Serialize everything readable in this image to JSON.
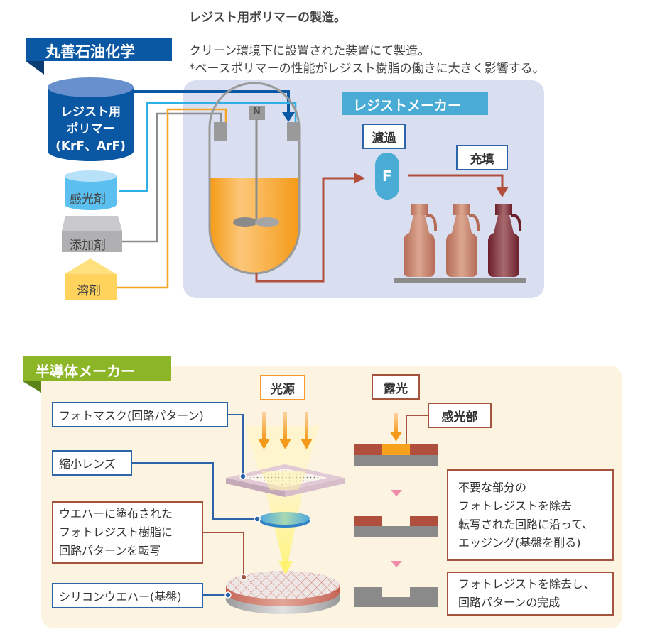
{
  "header": {
    "title": "レジスト用ポリマーの製造。",
    "desc_line1": "クリーン環境下に設置された装置にて製造。",
    "desc_line2": "*ベースポリマーの性能がレジスト樹脂の働きに大きく影響する。"
  },
  "top_section": {
    "company_tag": "丸善石油化学",
    "polymer_tank": [
      "レジスト用",
      "ポリマー",
      "(KrF、ArF)"
    ],
    "ingredients": [
      {
        "label": "感光剤",
        "color": "#5bc0ef"
      },
      {
        "label": "添加剤",
        "color": "#a8a8a8"
      },
      {
        "label": "溶剤",
        "color": "#ffd35c"
      }
    ],
    "reactor_cap_label": "N",
    "maker_tag": "レジストメーカー",
    "filter_label": "濾過",
    "filter_icon_letter": "F",
    "fill_label": "充填",
    "colors": {
      "company_blue": "#0a57a4",
      "maker_cyan": "#4aabd5",
      "panel_bg": "#d9dff0",
      "pipe_red": "#b14f3c",
      "liquid_orange": "#f7a22b"
    }
  },
  "bottom_section": {
    "maker_tag": "半導体メーカー",
    "light_source_label": "光源",
    "exposure_label": "露光",
    "exposed_part_label": "感光部",
    "callouts": {
      "photomask": "フォトマスク(回路パターン)",
      "lens": "縮小レンズ",
      "transfer": [
        "ウエハーに塗布された",
        "フォトレジスト樹脂に",
        "回路パターンを転写"
      ],
      "wafer": "シリコンウエハー(基盤)"
    },
    "steps": [
      [
        "不要な部分の",
        "フォトレジストを除去",
        "転写された回路に沿って、",
        "エッジング(基盤を削る)"
      ],
      [
        "フォトレジストを除去し、",
        "回路パターンの完成"
      ]
    ],
    "colors": {
      "green_tag": "#8cb527",
      "panel_bg": "#fcf3e1",
      "resist_red": "#b04f3e",
      "substrate_gray": "#8a8a8a",
      "exposed_orange": "#f7a11c",
      "arrow_pink": "#f08caa"
    }
  }
}
